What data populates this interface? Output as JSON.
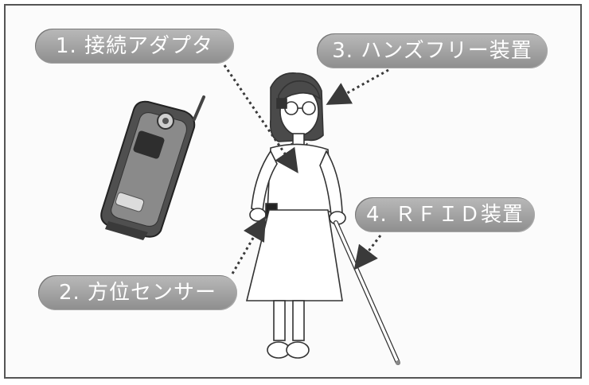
{
  "labels": {
    "adapter": "1. 接続アダプタ",
    "sensor": "2. 方位センサー",
    "handsfree": "3. ハンズフリー装置",
    "rfid": "4. ＲＦＩＤ装置"
  },
  "colors": {
    "label_fill": "#a3a3a3",
    "label_text": "#ffffff",
    "line": "#3a3a3a",
    "phone_body": "#5a5a5a"
  }
}
